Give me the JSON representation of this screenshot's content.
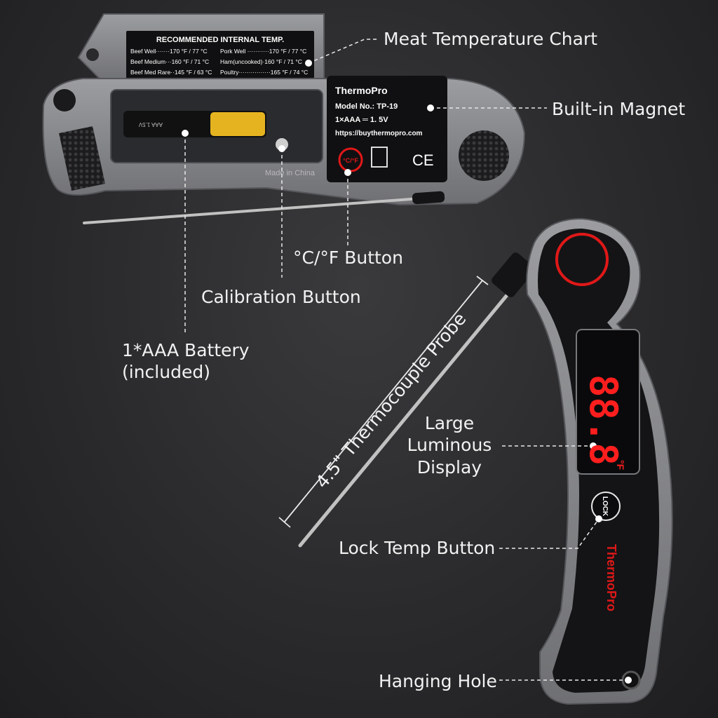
{
  "callouts": {
    "meat_chart": "Meat Temperature Chart",
    "magnet": "Built-in Magnet",
    "cf_button": "°C/°F Button",
    "calibration": "Calibration Button",
    "battery_line1": "1*AAA Battery",
    "battery_line2": "(included)",
    "probe": "4.5\" Thermocouple Probe",
    "display_line1": "Large",
    "display_line2": "Luminous",
    "display_line3": "Display",
    "lock": "Lock Temp Button",
    "hanging": "Hanging Hole"
  },
  "chart_plate": {
    "title": "RECOMMENDED INTERNAL TEMP.",
    "rows": [
      {
        "left": "Beef Well·······170 °F / 77 °C",
        "right": "Pork Well ···········170 °F / 77 °C"
      },
      {
        "left": "Beef Medium···160 °F / 71 °C",
        "right": "Ham(uncooked)·160 °F / 71 °C"
      },
      {
        "left": "Beef Med Rare··145 °F / 63 °C",
        "right": "Poultry················165 °F / 74 °C"
      }
    ]
  },
  "spec_plate": {
    "brand": "ThermoPro",
    "model": "Model No.: TP-19",
    "power": "1×AAA ═ 1. 5V",
    "url": "https://buythermopro.com",
    "cf_label": "°C/°F",
    "ce": "CE"
  },
  "made_in": "Made in China",
  "battery_print": "AAA 1.5V",
  "display_reading": "88.8",
  "display_unit": "°F",
  "lock_label": "LOCK",
  "brand_vertical": "ThermoPro",
  "colors": {
    "accent_red": "#e01818",
    "body_gray": "#8a8b8e",
    "face_black": "#141416"
  }
}
